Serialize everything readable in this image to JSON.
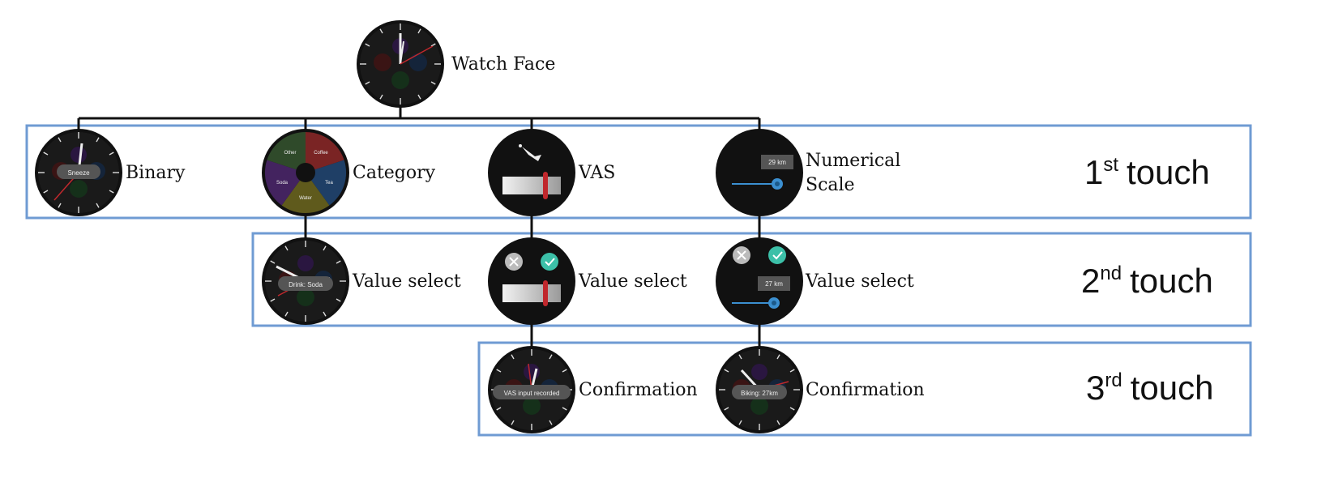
{
  "root": {
    "label": "Watch Face"
  },
  "rows": [
    {
      "touch": {
        "num": "1",
        "sup": "st",
        "word": "touch"
      },
      "nodes": [
        {
          "label": "Binary",
          "watch_text": "Sneeze"
        },
        {
          "label": "Category",
          "segments": [
            "Other",
            "Coffee",
            "Tea",
            "Water",
            "Soda"
          ]
        },
        {
          "label": "VAS"
        },
        {
          "label_line1": "Numerical",
          "label_line2": "Scale",
          "watch_text": "29 km"
        }
      ]
    },
    {
      "touch": {
        "num": "2",
        "sup": "nd",
        "word": "touch"
      },
      "nodes": [
        {
          "label": "Value select",
          "watch_text": "Drink: Soda"
        },
        {
          "label": "Value select"
        },
        {
          "label": "Value select",
          "watch_text": "27 km"
        }
      ]
    },
    {
      "touch": {
        "num": "3",
        "sup": "rd",
        "word": "touch"
      },
      "nodes": [
        {
          "label": "Confirmation",
          "watch_text": "VAS input recorded"
        },
        {
          "label": "Confirmation",
          "watch_text": "Biking: 27km"
        }
      ]
    }
  ],
  "colors": {
    "row_border": "#6f9bd3",
    "connector": "#111111",
    "watch_bg": "#111111",
    "accent_red": "#c0282d",
    "accent_teal": "#3cc0a8",
    "accent_blue": "#3b8fd0",
    "segment_colors": [
      "#2f4a2a",
      "#7a2424",
      "#1f3f66",
      "#5f5a1c",
      "#43235f"
    ]
  }
}
